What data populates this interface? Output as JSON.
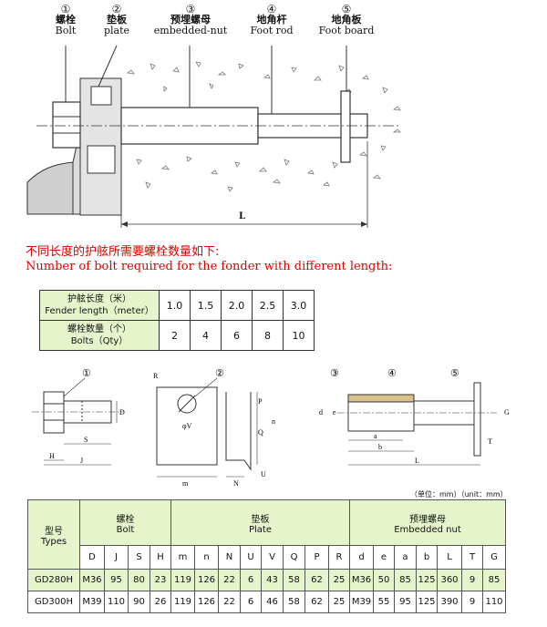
{
  "labels": [
    {
      "num": "①",
      "cn": "螺栓",
      "en": "Bolt"
    },
    {
      "num": "②",
      "cn": "垫板",
      "en": "plate"
    },
    {
      "num": "③",
      "cn": "预埋螺母",
      "en": "embedded-nut"
    },
    {
      "num": "④",
      "cn": "地角杆",
      "en": "Foot rod"
    },
    {
      "num": "⑤",
      "cn": "地角板",
      "en": "Foot board"
    }
  ],
  "dimension_L": "L",
  "note_cn": "不同长度的护舷所需要螺栓数量如下:",
  "note_en": "Number of bolt required for the fonder with different length:",
  "qty_table": {
    "row1_cn": "护舷长度（米）",
    "row1_en": "Fender length（meter）",
    "row2_cn": "螺栓数量（个）",
    "row2_en": "Bolts（Qty）",
    "lengths": [
      "1.0",
      "1.5",
      "2.0",
      "2.5",
      "3.0"
    ],
    "bolts": [
      "2",
      "4",
      "6",
      "8",
      "10"
    ]
  },
  "drawing_marks": {
    "c1": "①",
    "c2": "②",
    "c3": "③",
    "c4": "④",
    "c5": "⑤",
    "H": "H",
    "J": "J",
    "S": "S",
    "D": "D",
    "R": "R",
    "phiV": "φV",
    "m": "m",
    "N": "N",
    "U": "U",
    "P": "P",
    "Q": "Q",
    "n": "n",
    "a": "a",
    "b": "b",
    "L": "L",
    "T": "T",
    "d": "d",
    "e": "e",
    "G": "G"
  },
  "unit_note": "（单位：mm）（unit：mm）",
  "spec": {
    "type_cn": "型号",
    "type_en": "Types",
    "bolt_cn": "螺栓",
    "bolt_en": "Bolt",
    "plate_cn": "垫板",
    "plate_en": "Plate",
    "nut_cn": "预埋螺母",
    "nut_en": "Embedded nut",
    "cols": [
      "D",
      "J",
      "S",
      "H",
      "m",
      "n",
      "N",
      "U",
      "V",
      "Q",
      "P",
      "R",
      "d",
      "e",
      "a",
      "b",
      "L",
      "T",
      "G"
    ],
    "rows": [
      {
        "type": "GD280H",
        "vals": [
          "M36",
          "95",
          "80",
          "23",
          "119",
          "126",
          "22",
          "6",
          "43",
          "58",
          "62",
          "25",
          "M36",
          "50",
          "85",
          "125",
          "360",
          "9",
          "85"
        ]
      },
      {
        "type": "GD300H",
        "vals": [
          "M39",
          "110",
          "90",
          "26",
          "119",
          "126",
          "22",
          "6",
          "46",
          "58",
          "62",
          "25",
          "M39",
          "55",
          "95",
          "125",
          "390",
          "9",
          "110"
        ]
      }
    ]
  }
}
